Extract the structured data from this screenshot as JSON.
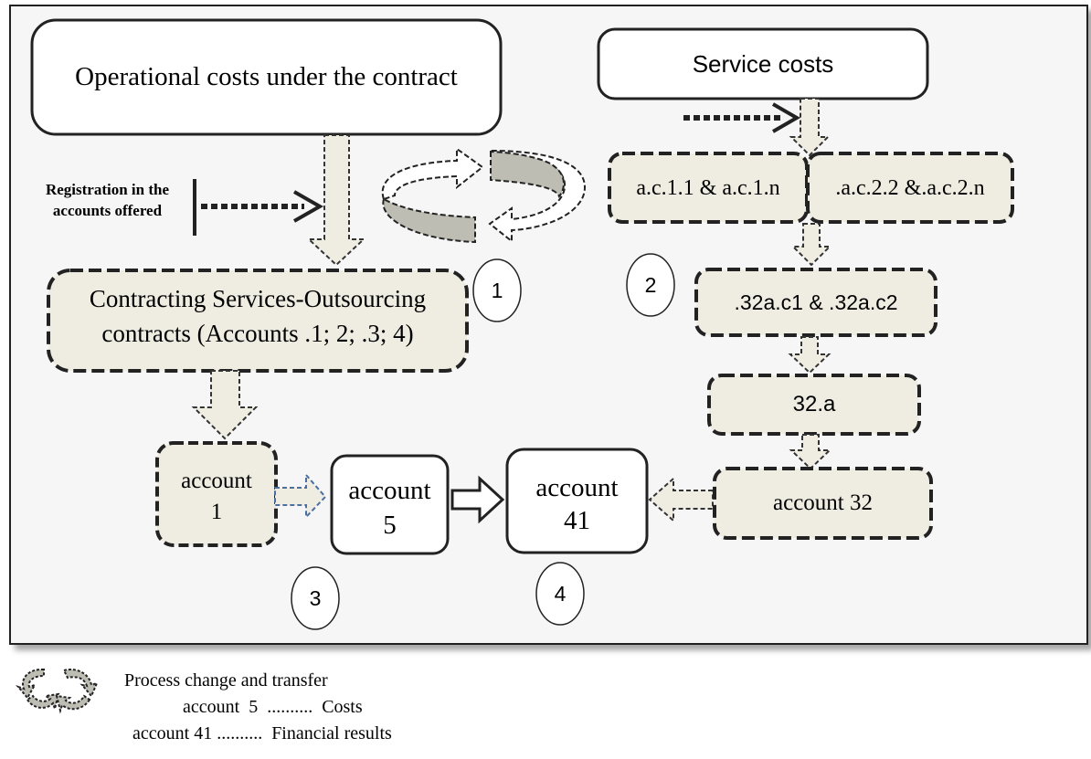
{
  "diagram": {
    "boxes": {
      "operational_costs": "Operational costs under the contract",
      "service_costs": "Service costs",
      "registration": "Registration in the accounts offered",
      "contracting_line1": "Contracting Services-Outsourcing",
      "contracting_line2": "contracts (Accounts .1; 2; .3; 4)",
      "ac1": "a.c.1.1 & a.c.1.n",
      "ac2": ".a.c.2.2 &.a.c.2.n",
      "ac32": ".32a.c1 & .32a.c2",
      "a32": "32.a",
      "account1_line1": "account",
      "account1_line2": "1",
      "account5_line1": "account",
      "account5_line2": "5",
      "account41_line1": "account",
      "account41_line2": "41",
      "account32": "account 32"
    },
    "markers": {
      "m1": "1",
      "m2": "2",
      "m3": "3",
      "m4": "4"
    }
  },
  "legend": {
    "icon": "circular-arrows-icon",
    "process": "Process change and transfer",
    "line2": "account  5  ..........  Costs",
    "line3": "account 41 ..........  Financial results"
  },
  "colors": {
    "box_fill": "#efede2",
    "frame_fill": "#f6f6f6",
    "cycle_fill": "#bdbdb4",
    "stroke": "#222222",
    "blue_dash": "#4a6fa5"
  }
}
